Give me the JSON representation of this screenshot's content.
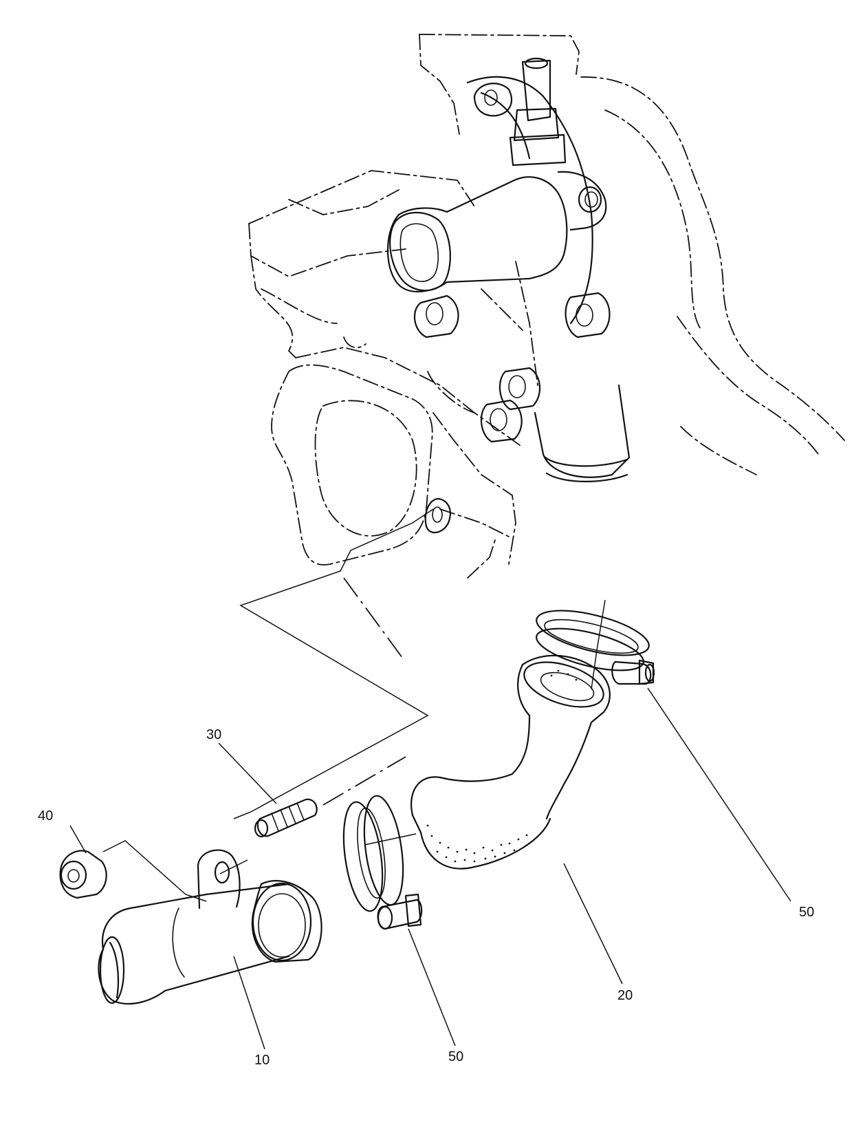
{
  "callouts": {
    "part_10": "10",
    "part_20": "20",
    "part_30": "30",
    "part_40": "40",
    "part_50_upper": "50",
    "part_50_lower": "50"
  },
  "colors": {
    "ink": "#111111",
    "background": "#ffffff"
  }
}
